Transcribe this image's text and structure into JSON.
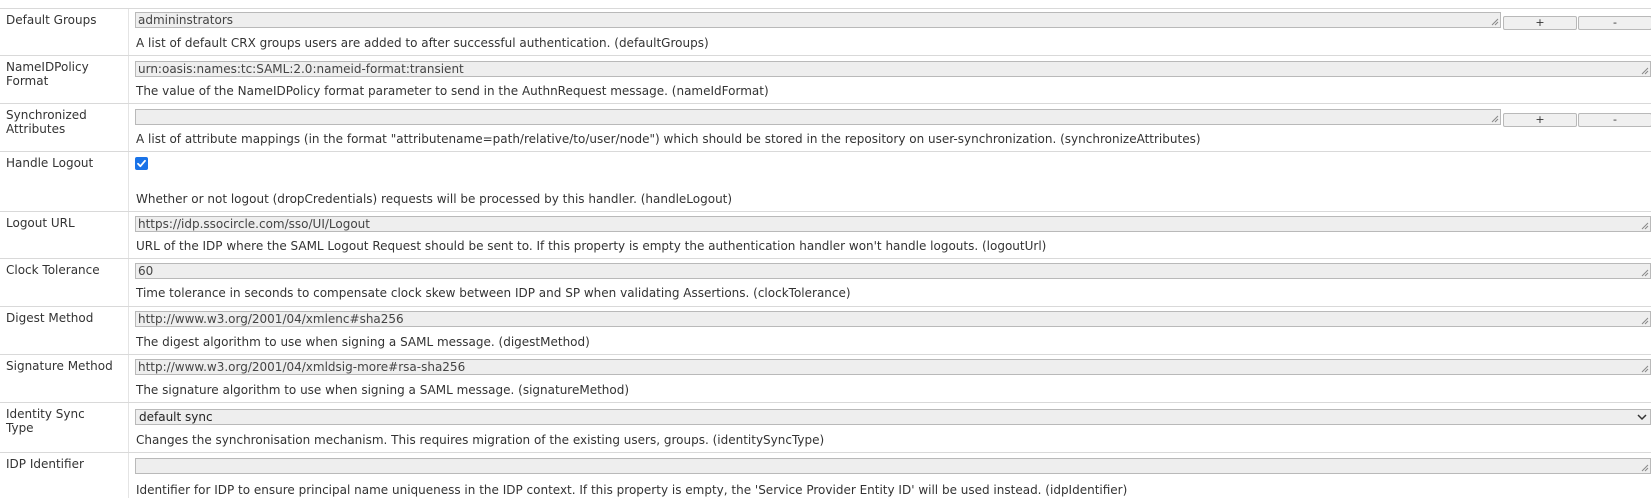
{
  "rows": [
    {
      "label": "Default Groups",
      "value": "admininstrators",
      "desc": "A list of default CRX groups users are added to after successful authentication. (defaultGroups)",
      "add": "+",
      "remove": "-"
    },
    {
      "label": "NameIDPolicy Format",
      "value": "urn:oasis:names:tc:SAML:2.0:nameid-format:transient",
      "desc": "The value of the NameIDPolicy format parameter to send in the AuthnRequest message. (nameIdFormat)"
    },
    {
      "label": "Synchronized Attributes",
      "value": "",
      "desc": "A list of attribute mappings (in the format \"attributename=path/relative/to/user/node\") which should be stored in the repository on user-synchronization. (synchronizeAttributes)",
      "add": "+",
      "remove": "-"
    },
    {
      "label": "Handle Logout",
      "checked": true,
      "desc": "Whether or not logout (dropCredentials) requests will be processed by this handler. (handleLogout)"
    },
    {
      "label": "Logout URL",
      "value": "https://idp.ssocircle.com/sso/UI/Logout",
      "desc": "URL of the IDP where the SAML Logout Request should be sent to. If this property is empty the authentication handler won't handle logouts. (logoutUrl)"
    },
    {
      "label": "Clock Tolerance",
      "value": "60",
      "desc": "Time tolerance in seconds to compensate clock skew between IDP and SP when validating Assertions. (clockTolerance)"
    },
    {
      "label": "Digest Method",
      "value": "http://www.w3.org/2001/04/xmlenc#sha256",
      "desc": "The digest algorithm to use when signing a SAML message. (digestMethod)"
    },
    {
      "label": "Signature Method",
      "value": "http://www.w3.org/2001/04/xmldsig-more#rsa-sha256",
      "desc": "The signature algorithm to use when signing a SAML message. (signatureMethod)"
    },
    {
      "label": "Identity Sync Type",
      "value": "default sync",
      "desc": "Changes the synchronisation mechanism. This requires migration of the existing users, groups. (identitySyncType)"
    },
    {
      "label": "IDP Identifier",
      "value": "",
      "desc": "Identifier for IDP to ensure principal name uniqueness in the IDP context. If this property is empty, the 'Service Provider Entity ID' will be used instead. (idpIdentifier)"
    }
  ],
  "colors": {
    "checkbox": "#1a73e8",
    "input_bg": "#eeeeee",
    "border": "#b9b9b9"
  }
}
